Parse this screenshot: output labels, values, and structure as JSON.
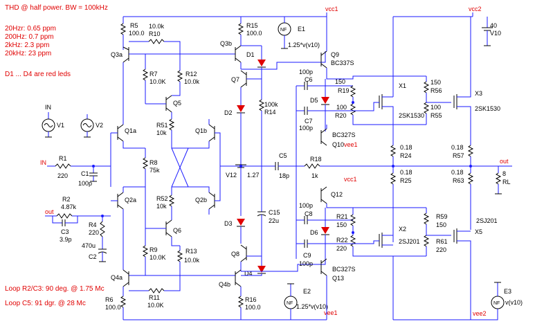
{
  "notes": {
    "title": "THD @ half power. BW = 100kHz",
    "thd": [
      "20Hzr: 0.65 ppm",
      "200Hz: 0.7 ppm",
      "2kHz: 2.3 ppm",
      "20kHz: 23 ppm"
    ],
    "leds": "D1 ... D4 are red leds",
    "loop1": "Loop R2/C3: 90 deg. @ 1.75 Mc",
    "loop2": "Loop C5: 91 dgr. @ 28 Mc"
  },
  "rails": {
    "vcc1": "vcc1",
    "vee1": "vee1",
    "vcc2": "vcc2",
    "vee2": "vee2",
    "vee1b": "vee1",
    "vcc1b": "vcc1"
  },
  "ports": {
    "in": "IN",
    "in_top": "IN",
    "out_left": "out",
    "out_right": "out"
  },
  "sources": {
    "v1": "V1",
    "v2": "V2",
    "v10": "V10",
    "v10_val": "40",
    "e1": "E1",
    "e1_expr": "1.25*v(v10)",
    "e2": "E2",
    "e2_expr": "1.25*v(v10)",
    "e3": "E3",
    "e3_expr": "v(v10)",
    "nf": "NF",
    "v12": "V12",
    "v12_val": "1.27"
  },
  "transistors": {
    "q1a": "Q1a",
    "q1b": "Q1b",
    "q2a": "Q2a",
    "q2b": "Q2b",
    "q3a": "Q3a",
    "q3b": "Q3b",
    "q4a": "Q4a",
    "q4b": "Q4b",
    "q5": "Q5",
    "q6": "Q6",
    "q7": "Q7",
    "q8": "Q8",
    "q9": "Q9",
    "q9_type": "BC337S",
    "q10": "Q10",
    "q10_type": "BC327S",
    "q12": "Q12",
    "q13": "Q13",
    "q13_type": "BC327S",
    "x1": "X1",
    "x1_type": "2SK1530",
    "x2": "X2",
    "x2_type": "2SJ201",
    "x3": "X3",
    "x3_type": "2SK1530",
    "x5": "X5",
    "x5_type": "2SJ201"
  },
  "resistors": {
    "r1": "R1",
    "r1v": "220",
    "r2": "R2",
    "r2v": "4.87k",
    "r4": "R4",
    "r4v": "220",
    "r5": "R5",
    "r5v": "100.0",
    "r6": "R6",
    "r6v": "100.0",
    "r7": "R7",
    "r7v": "10.0K",
    "r8": "R8",
    "r8v": "75k",
    "r9": "R9",
    "r9v": "10.0K",
    "r10": "R10",
    "r10v": "10.0k",
    "r11": "R11",
    "r11v": "10.0K",
    "r12": "R12",
    "r12v": "10.0k",
    "r13": "R13",
    "r13v": "10.0k",
    "r14": "R14",
    "r14v": "100k",
    "r15": "R15",
    "r15v": "100.0",
    "r16": "R16",
    "r16v": "100.0",
    "r18": "R18",
    "r18v": "1k",
    "r19": "R19",
    "r19v": "150",
    "r20": "R20",
    "r20v": "100",
    "r21": "R21",
    "r21v": "150",
    "r22": "R22",
    "r22v": "220",
    "r24": "R24",
    "r24v": "0.18",
    "r25": "R25",
    "r25v": "0.18",
    "r51": "R51",
    "r51v": "10k",
    "r52": "R52",
    "r52v": "10k",
    "r55": "R55",
    "r55v": "100",
    "r56": "R56",
    "r56v": "150",
    "r57": "R57",
    "r57v": "0.18",
    "r59": "R59",
    "r59v": "150",
    "r61": "R61",
    "r61v": "220",
    "r63": "R63",
    "r63v": "0.18",
    "rl": "RL",
    "rlv": "8"
  },
  "capacitors": {
    "c1": "C1",
    "c1v": "100p",
    "c2": "C2",
    "c2v": "470u",
    "c3": "C3",
    "c3v": "3.9p",
    "c5": "C5",
    "c5v": "18p",
    "c6": "C6",
    "c6v": "100p",
    "c7": "C7",
    "c7v": "100p",
    "c8": "C8",
    "c8v": "100p",
    "c9": "C9",
    "c9v": "100p",
    "c15": "C15",
    "c15v": "22u"
  },
  "diodes": {
    "d1": "D1",
    "d2": "D2",
    "d3": "D3",
    "d4": "D4",
    "d5": "D5",
    "d6": "D6"
  },
  "colors": {
    "wire": "#1a1aff",
    "label_red": "#e00000",
    "ink": "#000000"
  }
}
